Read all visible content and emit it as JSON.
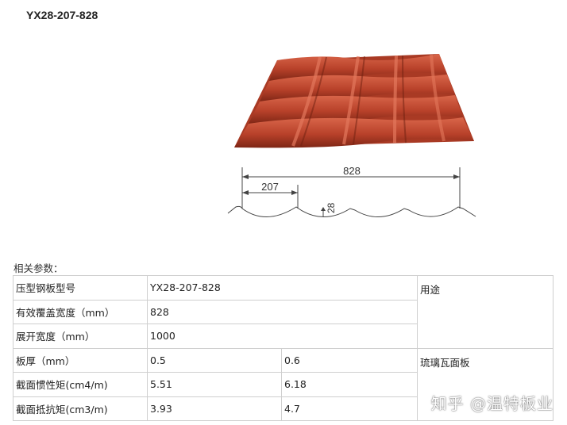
{
  "product_title": "YX28-207-828",
  "drawing": {
    "dim_total": "828",
    "dim_pitch": "207",
    "dim_height": "28"
  },
  "params_caption": "相关参数：",
  "table": {
    "r1": {
      "label": "压型钢板型号",
      "value": "YX28-207-828",
      "usage_header": "用途"
    },
    "r2": {
      "label": "有效覆盖宽度（mm）",
      "value": "828"
    },
    "r3": {
      "label": "展开宽度（mm）",
      "value": "1000"
    },
    "r4": {
      "label": "板厚（mm）",
      "v1": "0.5",
      "v2": "0.6",
      "usage": "琉璃瓦面板"
    },
    "r5": {
      "label": "截面惯性矩(cm4/m)",
      "v1": "5.51",
      "v2": "6.18"
    },
    "r6": {
      "label": "截面抵抗矩(cm3/m)",
      "v1": "3.93",
      "v2": "4.7"
    }
  },
  "watermark": "知乎 @温特板业",
  "colors": {
    "tile": "#b8412a",
    "tile_dark": "#7e2615",
    "tile_light": "#d9664a",
    "border": "#cfcfcf"
  }
}
